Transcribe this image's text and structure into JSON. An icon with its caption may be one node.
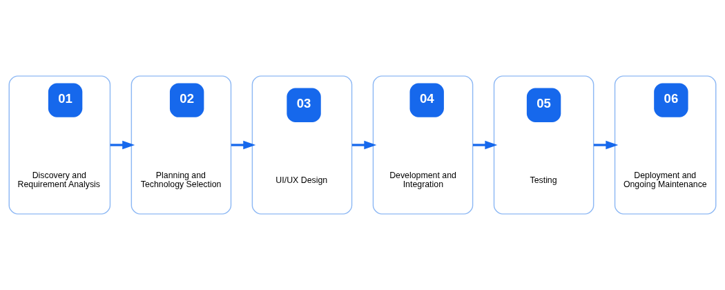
{
  "diagram": {
    "nodes": [
      {
        "text": [
          "01",
          "Discovery and Requirement Analysis"
        ]
      },
      {
        "text": [
          "02",
          "Planning and Technology Selection"
        ]
      },
      {
        "text": [
          "03",
          "UI/UX Design"
        ]
      },
      {
        "text": [
          "04",
          "Development and Integration"
        ]
      },
      {
        "text": [
          "05",
          "Testing"
        ]
      },
      {
        "text": [
          "06",
          "Deployment and Ongoing Maintenance"
        ]
      }
    ],
    "edges": [
      {
        "from": 0,
        "to": 1,
        "arrow": "to"
      },
      {
        "from": 1,
        "to": 2,
        "arrow": "to"
      },
      {
        "from": 2,
        "to": 3,
        "arrow": "to"
      },
      {
        "from": 3,
        "to": 4,
        "arrow": "to"
      },
      {
        "from": 4,
        "to": 5,
        "arrow": "to"
      }
    ]
  }
}
